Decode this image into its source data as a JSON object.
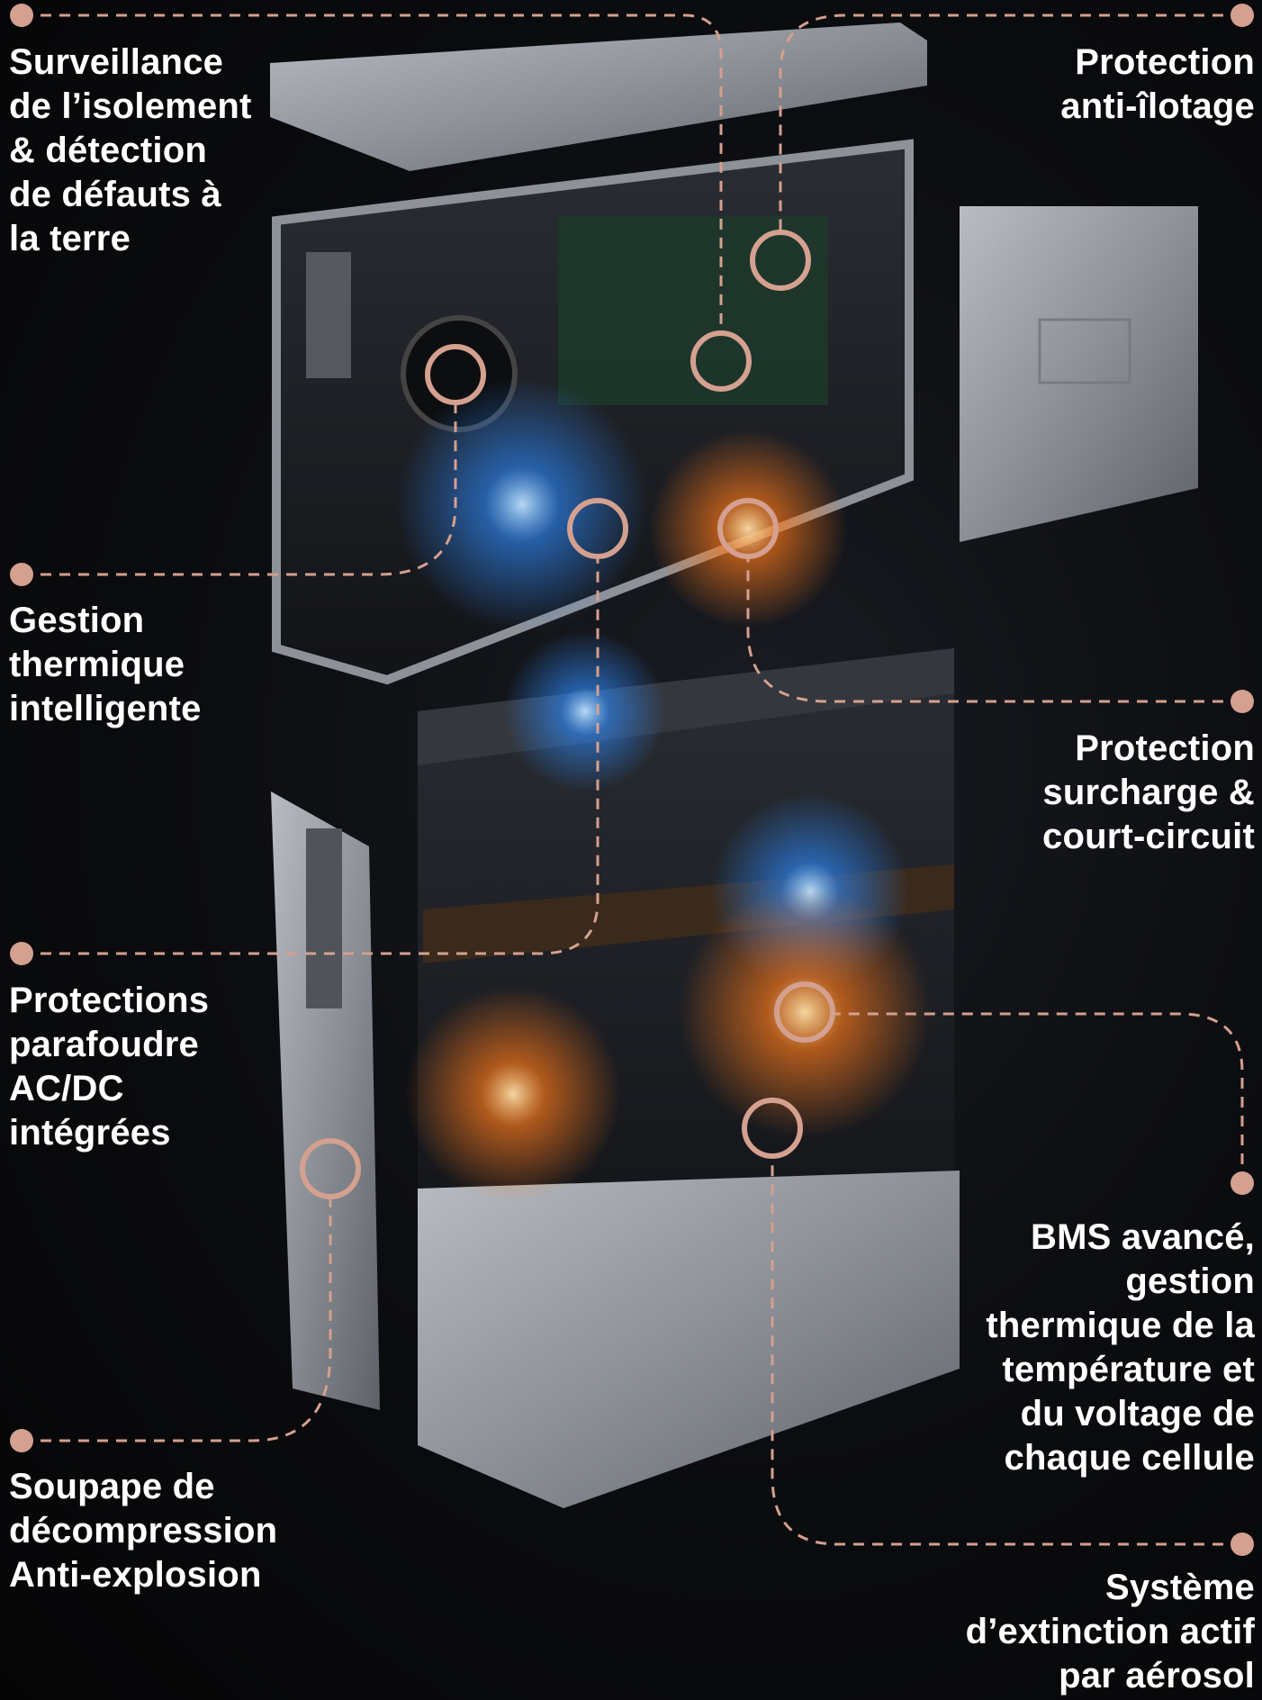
{
  "accent_color": "#d4a08f",
  "callouts": [
    {
      "id": "insulation",
      "side": "left",
      "lines": [
        "Surveillance",
        "de l’isolement",
        "& détection",
        "de défauts à",
        "la terre"
      ]
    },
    {
      "id": "anti-islanding",
      "side": "right",
      "lines": [
        "Protection",
        "anti-îlotage"
      ]
    },
    {
      "id": "thermal",
      "side": "left",
      "lines": [
        "Gestion",
        "thermique",
        "intelligente"
      ]
    },
    {
      "id": "overload",
      "side": "right",
      "lines": [
        "Protection",
        "surcharge &",
        "court-circuit"
      ]
    },
    {
      "id": "surge",
      "side": "left",
      "lines": [
        "Protections",
        "parafoudre",
        "AC/DC",
        "intégrées"
      ]
    },
    {
      "id": "bms",
      "side": "right",
      "lines": [
        "BMS avancé,",
        "gestion",
        "thermique de la",
        "température et",
        "du voltage de",
        "chaque cellule"
      ]
    },
    {
      "id": "valve",
      "side": "left",
      "lines": [
        "Soupape de",
        "décompression",
        "Anti-explosion"
      ]
    },
    {
      "id": "extinguish",
      "side": "right",
      "lines": [
        "Système",
        "d’extinction actif",
        "par aérosol"
      ]
    }
  ]
}
